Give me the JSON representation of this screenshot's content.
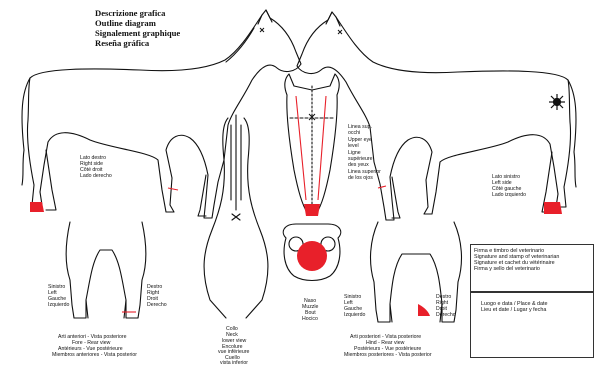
{
  "header": {
    "lines": [
      "Descrizione grafica",
      "Outline diagram",
      "Signalement graphique",
      "Reseña gráfica"
    ]
  },
  "labels": {
    "right_side": [
      "Lato destro",
      "Right side",
      "Côté droit",
      "Lado derecho"
    ],
    "left_side": [
      "Lato sinistro",
      "Left side",
      "Côté gauche",
      "Lado izquierdo"
    ],
    "eye_level": [
      "Linea sup.",
      "occhi",
      "Upper eye",
      "level",
      "Ligne",
      "supérieure",
      "des yeux",
      "Linea superior",
      "de los ojos"
    ],
    "front_left": [
      "Sinistro",
      "Left",
      "Gauche",
      "Izquierdo"
    ],
    "front_right": [
      "Destro",
      "Right",
      "Droit",
      "Derecho"
    ],
    "front_caption": [
      "Arti anteriori - Vista posteriore",
      "Fore - Rear view",
      "Antérieurs - Vue postérieure",
      "Miembros anteriores - Vista posterior"
    ],
    "neck": [
      "Collo",
      "Neck",
      "lower view",
      "Encolure",
      "vue inférieure",
      "Cuello",
      "vista inferior"
    ],
    "muzzle": [
      "Naso",
      "Muzzle",
      "Bout",
      "Hocico"
    ],
    "hind_left": [
      "Sinistro",
      "Left",
      "Gauche",
      "Izquierdo"
    ],
    "hind_right": [
      "Destro",
      "Right",
      "Droit",
      "Derecho"
    ],
    "hind_caption": [
      "Arti posteriori - Vista posteriore",
      "Hind - Rear view",
      "Postérieurs - Vue postérieure",
      "Miembros posteriores - Vista posterior"
    ]
  },
  "signature_box": {
    "lines": [
      "Firma e timbro del veterinario",
      "Signature and stamp of veterinarian",
      "Signature et cachet du vétérinaire",
      "Firma y sello del veterinario"
    ]
  },
  "place_box": {
    "lines": [
      "Luogo e data / Place & date",
      "Lieu et date / Lugar y fecha"
    ]
  },
  "colors": {
    "line": "#111111",
    "marking": "#e8202a"
  }
}
